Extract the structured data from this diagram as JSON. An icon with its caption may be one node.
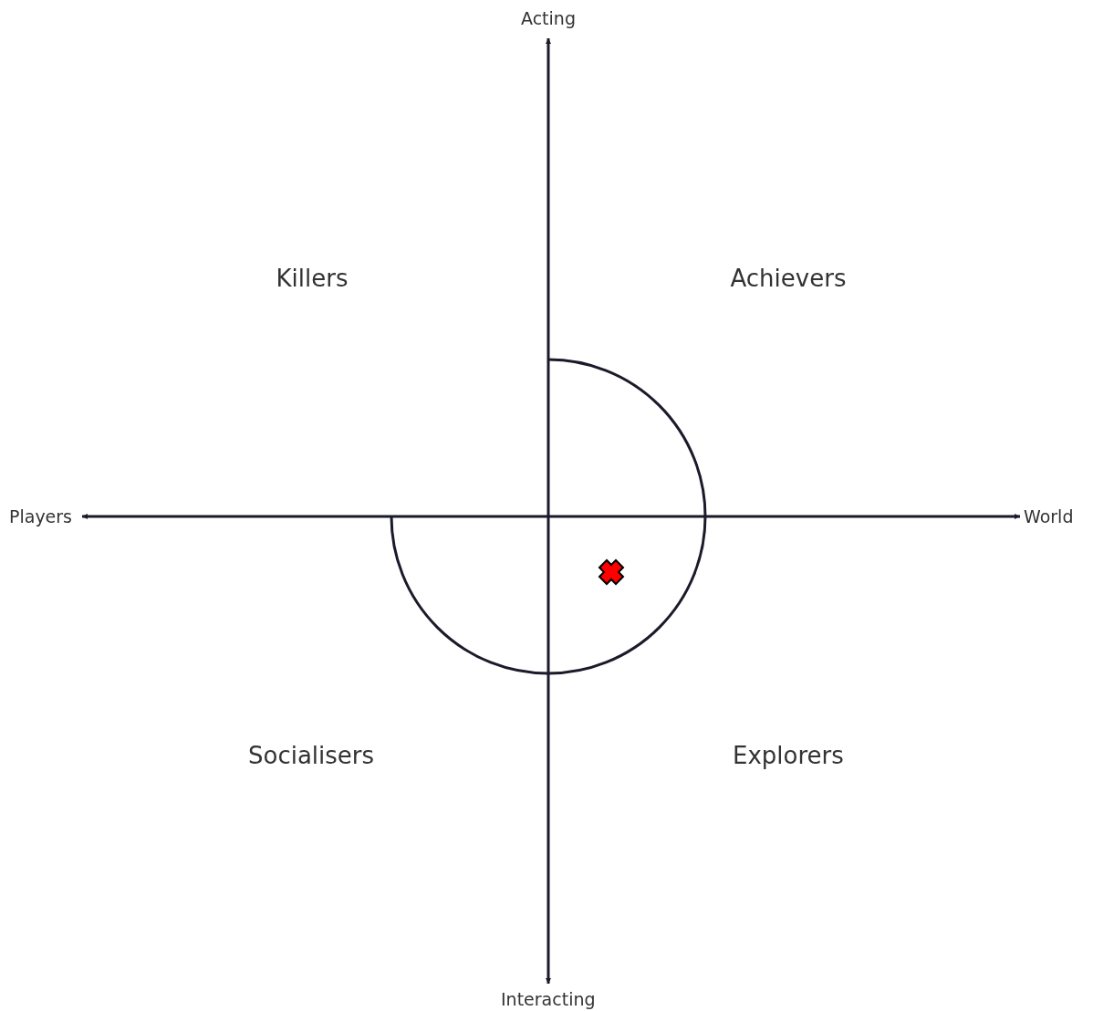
{
  "diagram": {
    "labels": [
      "Acting",
      "Killers",
      "Achievers",
      "Players",
      "World",
      "Socialisers",
      "Explorers",
      "Interacting"
    ]
  }
}
